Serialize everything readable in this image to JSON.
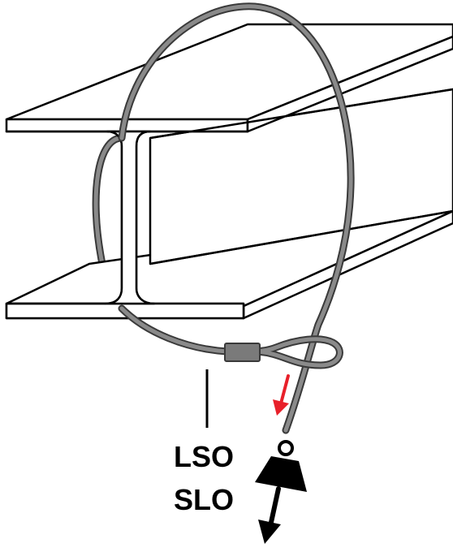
{
  "labels": {
    "line1": "LSO",
    "line2": "SLO"
  },
  "colors": {
    "beam_fill": "#ffffff",
    "beam_stroke": "#000000",
    "cable": "#8a8a8a",
    "cable_outline": "#3a3a3a",
    "ferrule": "#7a7a7a",
    "arrow_red": "#e8202a",
    "weight": "#000000"
  },
  "icons": {
    "beam": "i-beam",
    "sling": "wire-rope-loop",
    "ferrule": "ferrule-sleeve",
    "load": "weight-icon",
    "direction": "red-arrow-icon",
    "force": "downward-arrow-icon"
  }
}
